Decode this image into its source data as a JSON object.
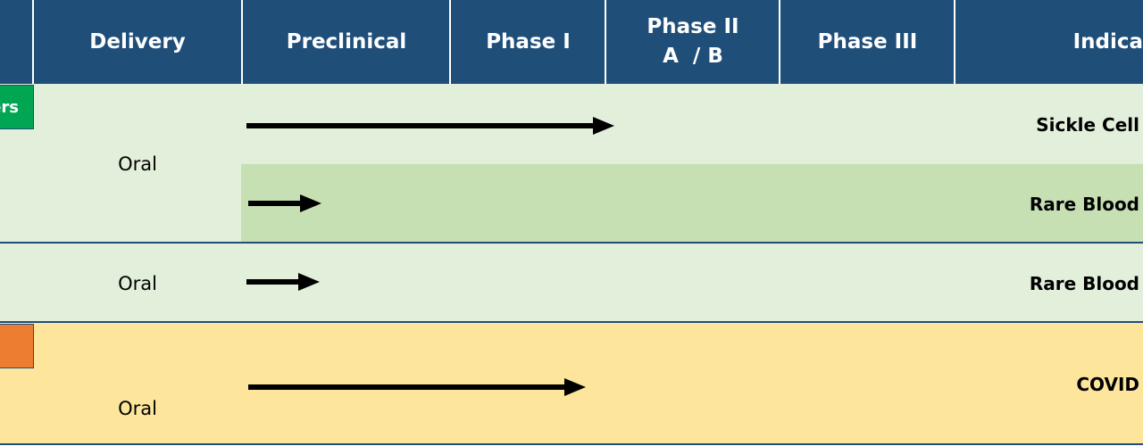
{
  "header": {
    "delivery": "Delivery",
    "preclinical": "Preclinical",
    "phase1": "Phase I",
    "phase2_line1": "Phase II",
    "phase2_line2": "A  / B",
    "phase3": "Phase III",
    "indication": "Indica"
  },
  "rows": [
    {
      "tag": "ers",
      "tag_color": "#00a651",
      "delivery": "Oral",
      "indications": [
        "Sickle Cell",
        "Rare Blood"
      ]
    },
    {
      "delivery": "Oral",
      "indications": [
        "Rare Blood"
      ]
    },
    {
      "tag_color": "#ed7d31",
      "delivery": "Oral",
      "indications": [
        "COVID"
      ]
    }
  ],
  "colors": {
    "header": "#1f4e79",
    "green_light": "#e2efda",
    "green_mid": "#c6e0b4",
    "yellow": "#fde59c"
  }
}
